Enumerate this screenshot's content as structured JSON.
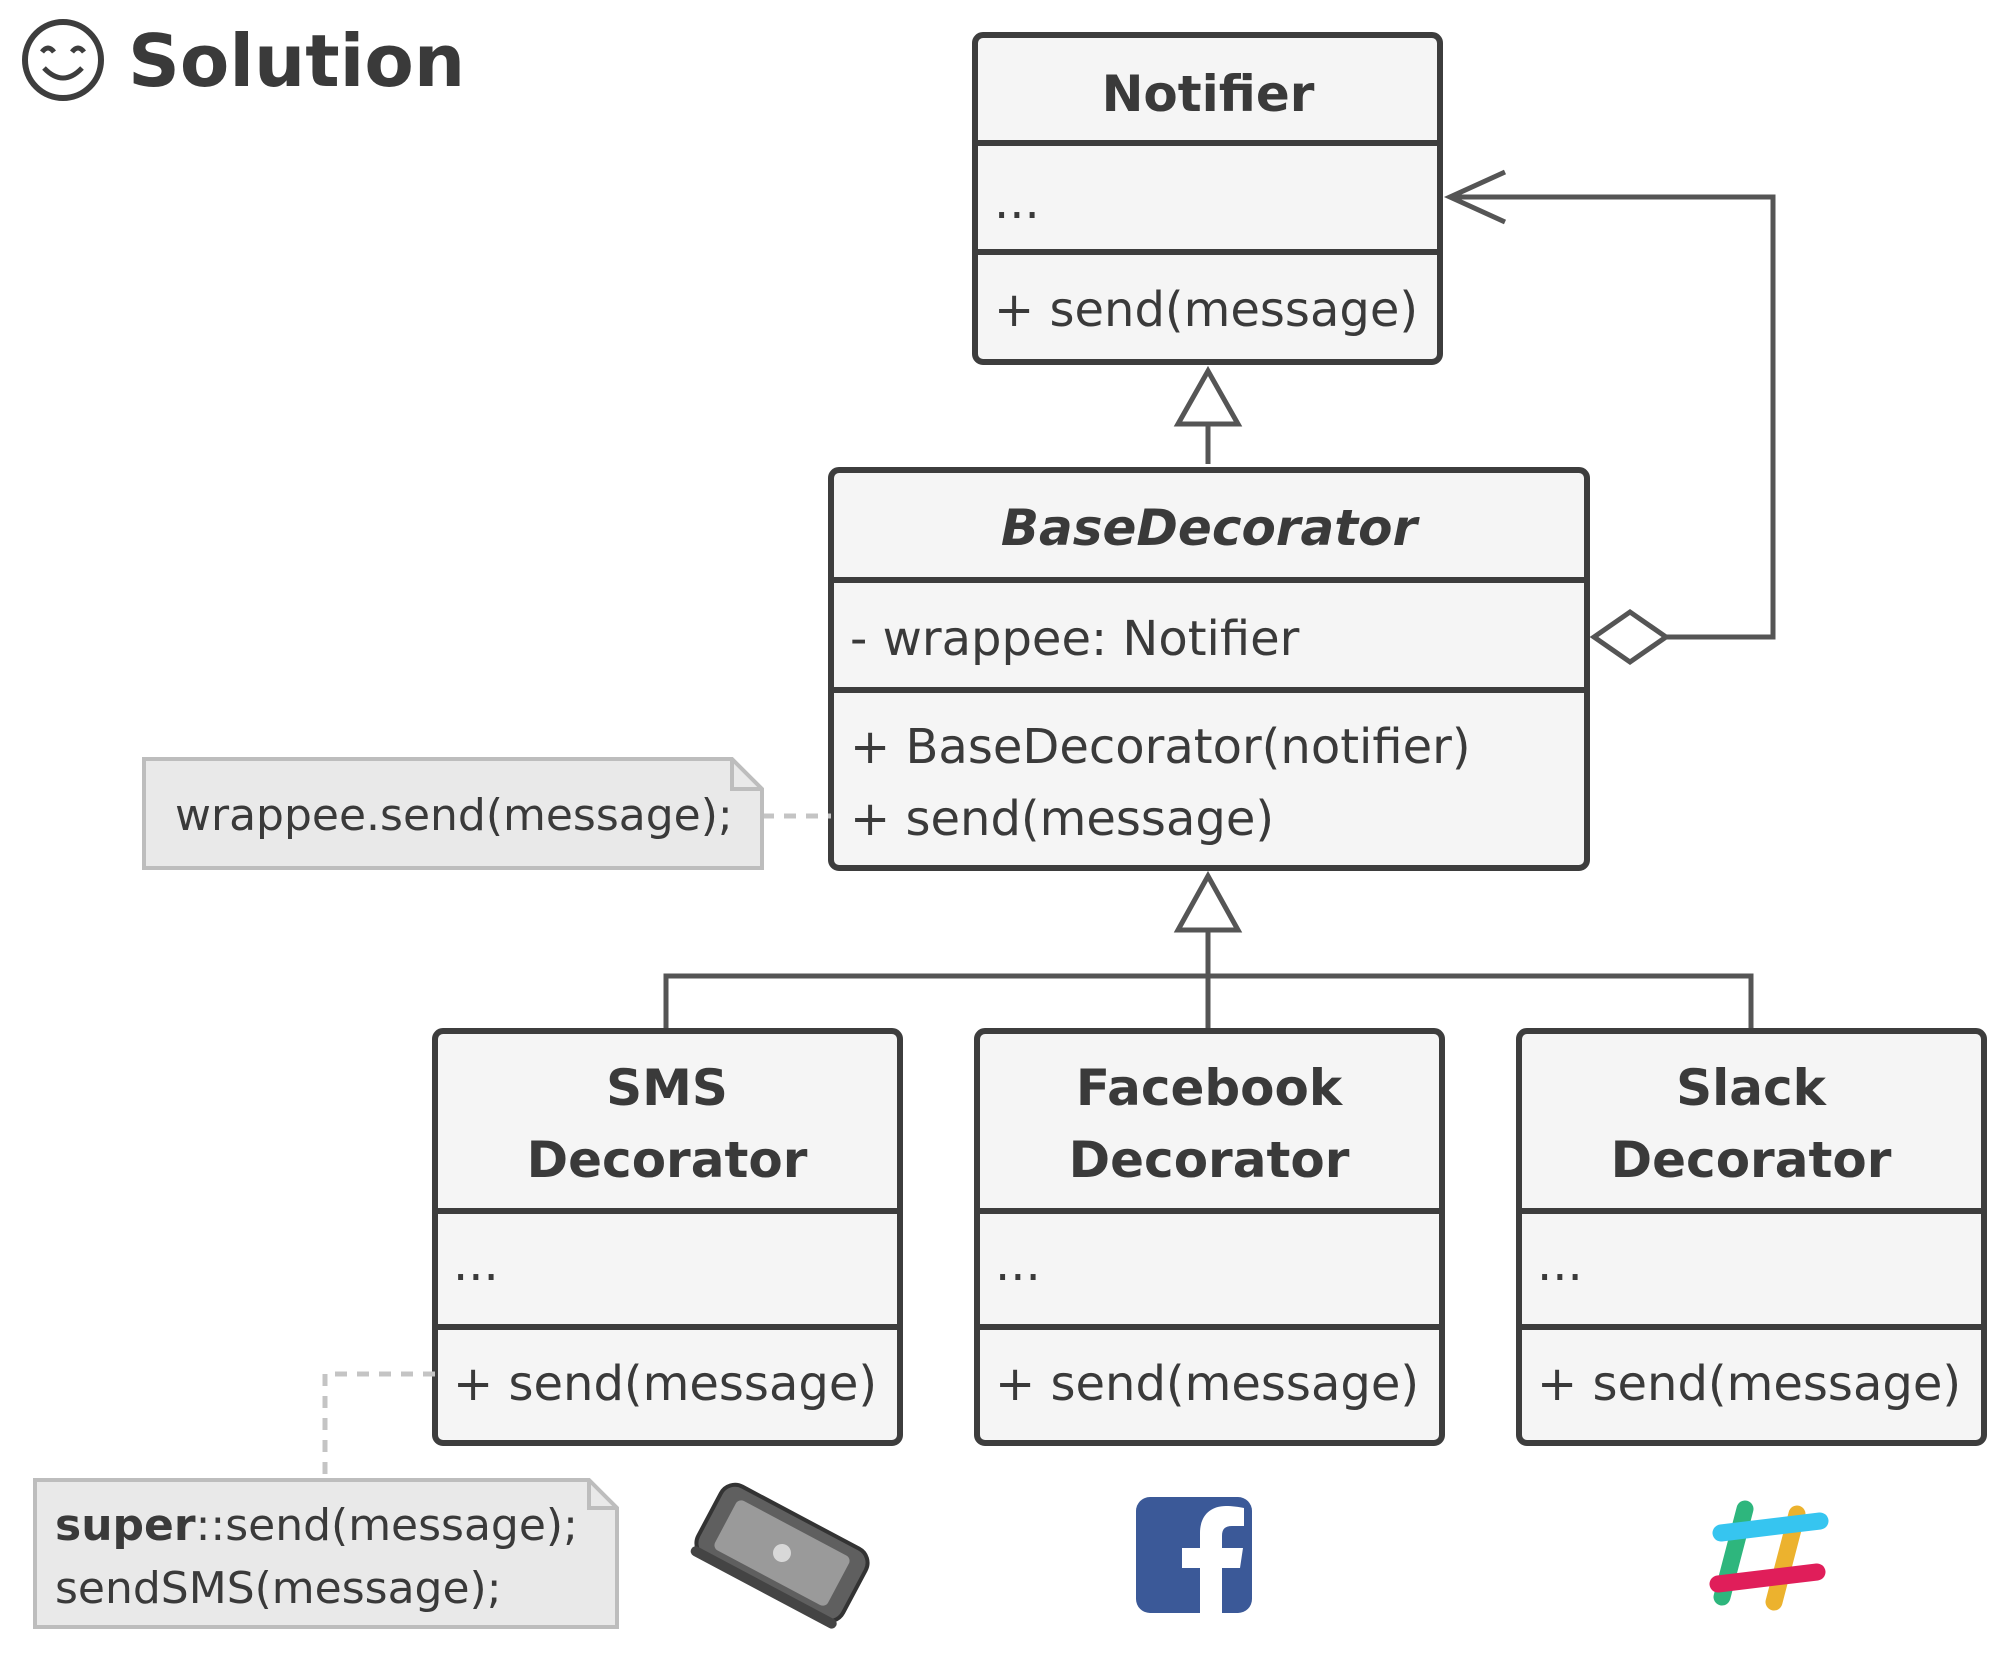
{
  "header": {
    "title": "Solution",
    "icon": "smiley-face-icon"
  },
  "classes": {
    "notifier": {
      "name": "Notifier",
      "fields": "...",
      "methods": [
        "+ send(message)"
      ]
    },
    "base_decorator": {
      "name": "BaseDecorator",
      "fields": "- wrappee: Notifier",
      "methods": [
        "+ BaseDecorator(notifier)",
        "+ send(message)"
      ]
    },
    "sms_decorator": {
      "name_lines": [
        "SMS",
        "Decorator"
      ],
      "fields": "...",
      "methods": [
        "+ send(message)"
      ],
      "icon": "smartphone-icon"
    },
    "facebook_decorator": {
      "name_lines": [
        "Facebook",
        "Decorator"
      ],
      "fields": "...",
      "methods": [
        "+ send(message)"
      ],
      "icon": "facebook-icon"
    },
    "slack_decorator": {
      "name_lines": [
        "Slack",
        "Decorator"
      ],
      "fields": "...",
      "methods": [
        "+ send(message)"
      ],
      "icon": "slack-icon"
    }
  },
  "notes": {
    "base_send_note": "wrappee.send(message);",
    "sms_send_note": {
      "line1_bold": "super",
      "line1_rest": "::send(message);",
      "line2": "sendSMS(message);"
    }
  },
  "colors": {
    "facebook": "#3b5998",
    "slack_green": "#2eb67d",
    "slack_blue": "#36c5f0",
    "slack_yellow": "#ecb22e",
    "slack_red": "#e01e5a"
  }
}
